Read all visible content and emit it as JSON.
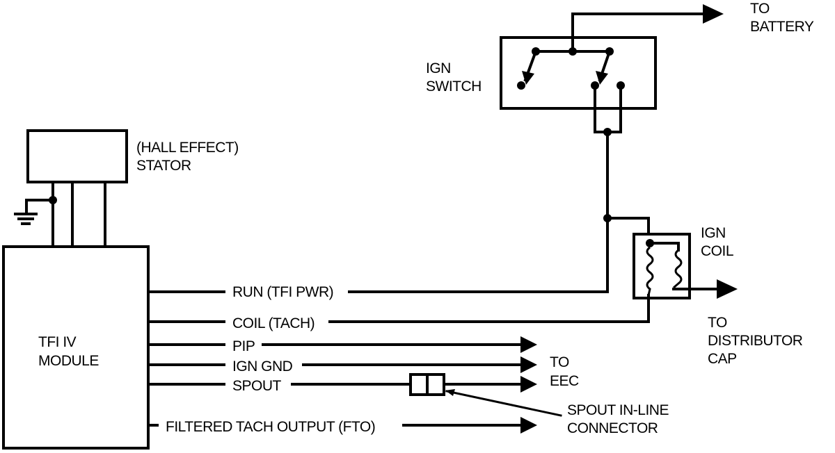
{
  "diagram": {
    "colors": {
      "line": "#000000",
      "background": "#ffffff"
    },
    "components": {
      "ign_switch": {
        "label_line1": "IGN",
        "label_line2": "SWITCH"
      },
      "hall_effect_stator": {
        "label_line1": "(HALL EFFECT)",
        "label_line2": "STATOR"
      },
      "tfi_module": {
        "label_line1": "TFI IV",
        "label_line2": "MODULE"
      },
      "ign_coil": {
        "label_line1": "IGN",
        "label_line2": "COIL"
      },
      "spout_connector": {
        "label_line1": "SPOUT IN-LINE",
        "label_line2": "CONNECTOR"
      }
    },
    "destinations": {
      "battery": {
        "line1": "TO",
        "line2": "BATTERY"
      },
      "distributor_cap": {
        "line1": "TO",
        "line2": "DISTRIBUTOR",
        "line3": "CAP"
      },
      "eec": {
        "line1": "TO",
        "line2": "EEC"
      }
    },
    "signals": [
      {
        "id": "run",
        "label": "RUN (TFI PWR)"
      },
      {
        "id": "coil",
        "label": "COIL (TACH)"
      },
      {
        "id": "pip",
        "label": "PIP"
      },
      {
        "id": "ign_gnd",
        "label": "IGN GND"
      },
      {
        "id": "spout",
        "label": "SPOUT"
      },
      {
        "id": "fto",
        "label": "FILTERED TACH OUTPUT (FTO)"
      }
    ]
  }
}
